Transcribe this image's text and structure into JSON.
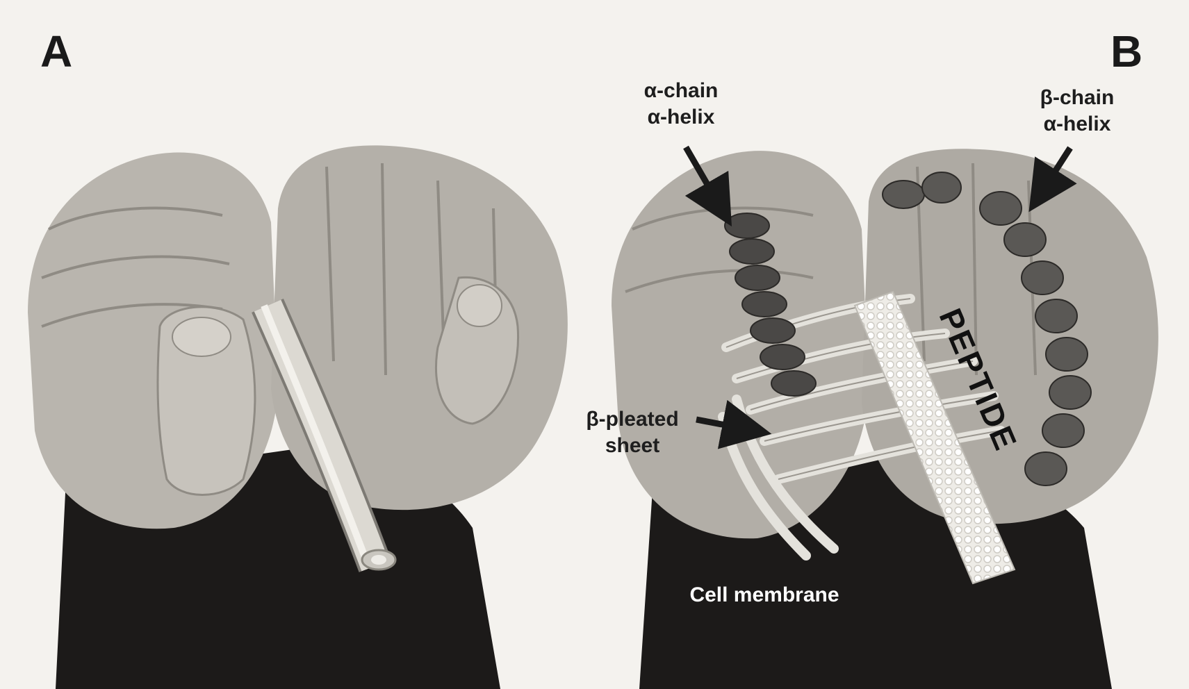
{
  "panels": {
    "a": {
      "letter": "A"
    },
    "b": {
      "letter": "B"
    }
  },
  "labels": {
    "alpha_chain": "α-chain",
    "alpha_chain_helix": "α-helix",
    "beta_chain": "β-chain",
    "beta_chain_helix": "α-helix",
    "beta_pleated": "β-pleated",
    "sheet": "sheet",
    "peptide": "PEPTIDE",
    "cell_membrane": "Cell membrane"
  },
  "colors": {
    "background": "#f4f2ee",
    "skin": "#b9b5ae",
    "sleeve": "#1c1a19",
    "helix": "#4a4846",
    "ribbon": "#e4e2dc",
    "arrow": "#1a1a1a"
  }
}
